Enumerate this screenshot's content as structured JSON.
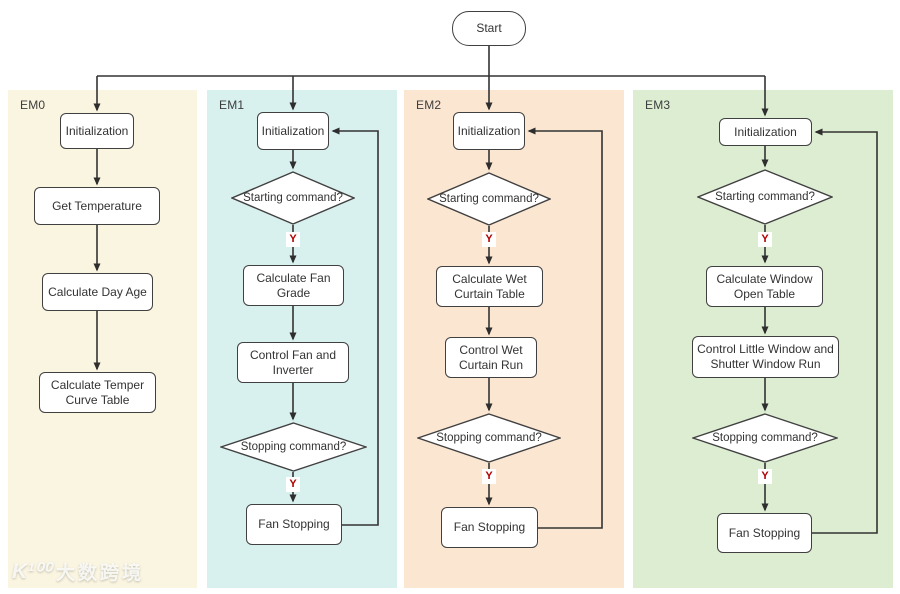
{
  "flow": {
    "start_label": "Start",
    "yes_label": "Y"
  },
  "colors": {
    "em0_bg": "#faf5e1",
    "em1_bg": "#d8f0ee",
    "em2_bg": "#fbe6d2",
    "em3_bg": "#dcedd1",
    "node_border": "#404040",
    "connector": "#333333",
    "yes_text": "#b00000"
  },
  "columns": [
    {
      "label": "EM0",
      "nodes": {
        "init": "Initialization",
        "step1": "Get Temperature",
        "step2": "Calculate Day Age",
        "step3": "Calculate Temper Curve Table"
      }
    },
    {
      "label": "EM1",
      "nodes": {
        "init": "Initialization",
        "start_q": "Starting command?",
        "step1": "Calculate Fan Grade",
        "step2": "Control Fan and Inverter",
        "stop_q": "Stopping command?",
        "end": "Fan Stopping"
      }
    },
    {
      "label": "EM2",
      "nodes": {
        "init": "Initialization",
        "start_q": "Starting command?",
        "step1": "Calculate Wet Curtain Table",
        "step2": "Control Wet Curtain Run",
        "stop_q": "Stopping command?",
        "end": "Fan Stopping"
      }
    },
    {
      "label": "EM3",
      "nodes": {
        "init": "Initialization",
        "start_q": "Starting command?",
        "step1": "Calculate Window Open Table",
        "step2": "Control Little Window and Shutter Window Run",
        "stop_q": "Stopping command?",
        "end": "Fan Stopping"
      }
    }
  ],
  "watermark": {
    "logo": "K¹⁰⁰",
    "text": "大数跨境"
  }
}
